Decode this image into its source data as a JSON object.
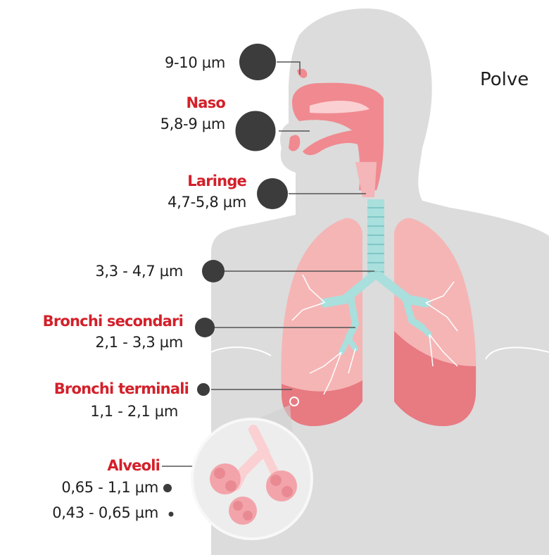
{
  "title": "Polve",
  "colors": {
    "silhouette": "#dcdcdc",
    "lung": "#f5b5b5",
    "lung_dark": "#e87a82",
    "airway": "#f08a90",
    "trachea": "#a9dfdd",
    "dot": "#3c3c3c",
    "label_red": "#d3202a"
  },
  "levels": [
    {
      "name": "",
      "size": "9-10 µm"
    },
    {
      "name": "Naso",
      "size": "5,8-9 µm"
    },
    {
      "name": "Laringe",
      "size": "4,7-5,8 µm"
    },
    {
      "name": "",
      "size": "3,3 - 4,7 µm"
    },
    {
      "name": "Bronchi secondari",
      "size": "2,1 - 3,3 µm"
    },
    {
      "name": "Bronchi terminali",
      "size": "1,1 - 2,1 µm"
    },
    {
      "name": "Alveoli",
      "size": "0,65 - 1,1 µm"
    }
  ],
  "extra_size": "0,43 - 0,65 µm"
}
